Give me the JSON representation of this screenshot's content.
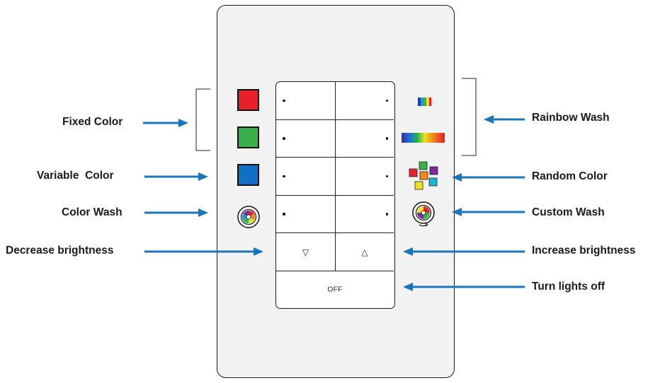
{
  "labels": {
    "fixed_color": "Fixed Color",
    "variable_color": "Variable  Color",
    "color_wash": "Color Wash",
    "decrease_brightness": "Decrease brightness",
    "rainbow_wash": "Rainbow Wash",
    "random_color": "Random Color",
    "custom_wash": "Custom Wash",
    "increase_brightness": "Increase brightness",
    "turn_lights_off": "Turn lights off"
  },
  "keypad": {
    "down_glyph": "▽",
    "up_glyph": "△",
    "off_label": "OFF"
  },
  "colors": {
    "arrow": "#1a75bb",
    "red": "#e8202a",
    "green": "#3ab04a",
    "blue": "#1170c4",
    "panel": "#f2f2f2"
  },
  "icons": {
    "fixed_red": "red-square-icon",
    "fixed_green": "green-square-icon",
    "variable": "blue-square-icon",
    "color_wash": "color-wheel-icon",
    "rainbow_small": "rainbow-small-icon",
    "rainbow_bar": "rainbow-bar-icon",
    "random": "random-squares-icon",
    "custom_wash": "custom-wheel-icon"
  }
}
